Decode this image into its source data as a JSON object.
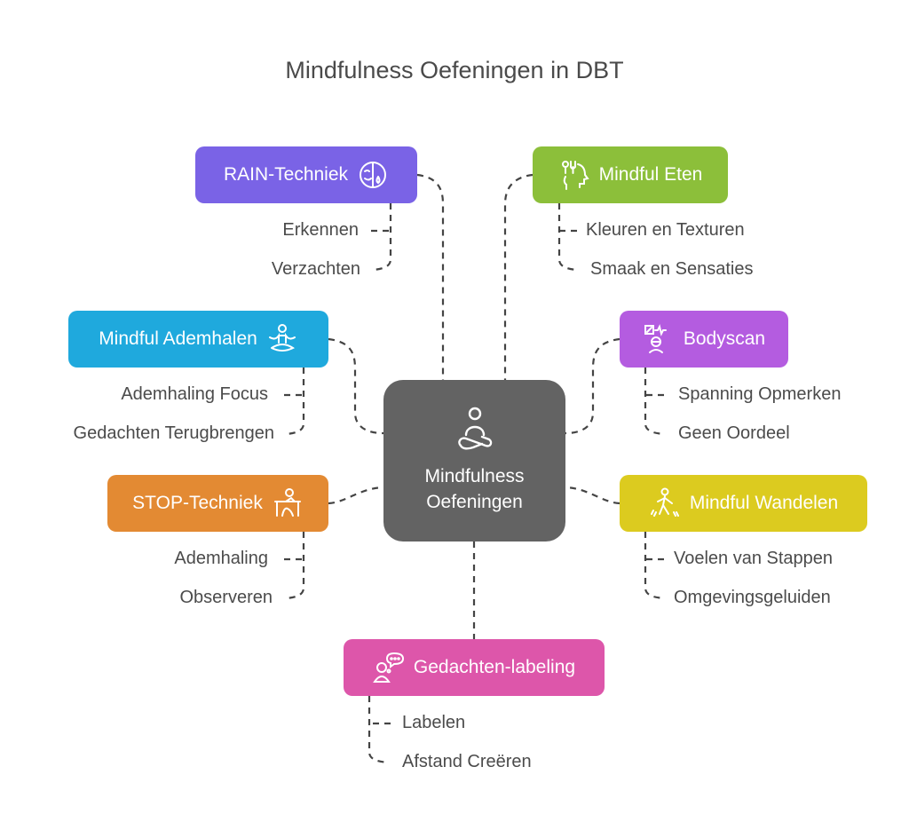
{
  "title": "Mindfulness Oefeningen in DBT",
  "center": {
    "label_line1": "Mindfulness",
    "label_line2": "Oefeningen",
    "icon": "meditation-icon",
    "color": "#636363"
  },
  "branches": [
    {
      "id": "rain",
      "label": "RAIN-Techniek",
      "icon": "face-tear-icon",
      "color": "#7a63e6",
      "items": [
        "Erkennen",
        "Verzachten"
      ]
    },
    {
      "id": "eten",
      "label": "Mindful Eten",
      "icon": "head-fork-icon",
      "color": "#8cbf3a",
      "items": [
        "Kleuren en Texturen",
        "Smaak en Sensaties"
      ]
    },
    {
      "id": "ademhalen",
      "label": "Mindful Ademhalen",
      "icon": "lotus-pose-icon",
      "color": "#1fa9dd",
      "items": [
        "Ademhaling Focus",
        "Gedachten Terugbrengen"
      ]
    },
    {
      "id": "bodyscan",
      "label": "Bodyscan",
      "icon": "body-scan-icon",
      "color": "#b45ce0",
      "items": [
        "Spanning Opmerken",
        "Geen Oordeel"
      ]
    },
    {
      "id": "stop",
      "label": "STOP-Techniek",
      "icon": "person-desk-icon",
      "color": "#e38a33",
      "items": [
        "Ademhaling",
        "Observeren"
      ]
    },
    {
      "id": "wandelen",
      "label": "Mindful Wandelen",
      "icon": "walking-icon",
      "color": "#dccb1f",
      "items": [
        "Voelen van Stappen",
        "Omgevingsgeluiden"
      ]
    },
    {
      "id": "labeling",
      "label": "Gedachten-labeling",
      "icon": "thought-bubble-icon",
      "color": "#dd56aa",
      "items": [
        "Labelen",
        "Afstand Creëren"
      ]
    }
  ]
}
